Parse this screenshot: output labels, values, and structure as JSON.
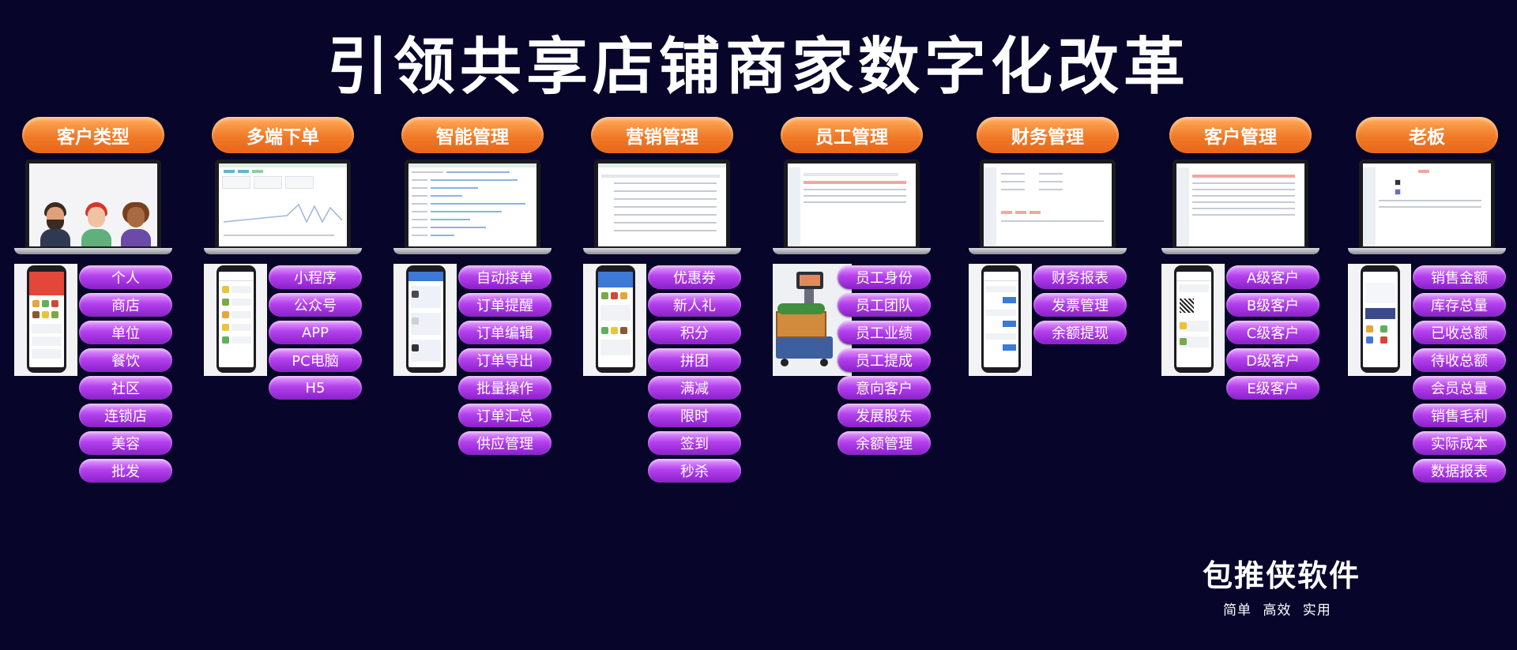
{
  "title": "引领共享店铺商家数字化改革",
  "columns": [
    {
      "header": "客户类型",
      "items": [
        "个人",
        "商店",
        "单位",
        "餐饮",
        "社区",
        "连锁店",
        "美容",
        "批发"
      ]
    },
    {
      "header": "多端下单",
      "items": [
        "小程序",
        "公众号",
        "APP",
        "PC电脑",
        "H5"
      ]
    },
    {
      "header": "智能管理",
      "items": [
        "自动接单",
        "订单提醒",
        "订单编辑",
        "订单导出",
        "批量操作",
        "订单汇总",
        "供应管理"
      ]
    },
    {
      "header": "营销管理",
      "items": [
        "优惠券",
        "新人礼",
        "积分",
        "拼团",
        "满减",
        "限时",
        "签到",
        "秒杀"
      ]
    },
    {
      "header": "员工管理",
      "items": [
        "员工身份",
        "员工团队",
        "员工业绩",
        "员工提成",
        "意向客户",
        "发展股东",
        "余额管理"
      ]
    },
    {
      "header": "财务管理",
      "items": [
        "财务报表",
        "发票管理",
        "余额提现"
      ]
    },
    {
      "header": "客户管理",
      "items": [
        "A级客户",
        "B级客户",
        "C级客户",
        "D级客户",
        "E级客户"
      ]
    },
    {
      "header": "老板",
      "items": [
        "销售金额",
        "库存总量",
        "已收总额",
        "待收总额",
        "会员总量",
        "销售毛利",
        "实际成本",
        "数据报表"
      ]
    }
  ],
  "brand": {
    "name": "包推侠软件",
    "tagline": "简单  高效  实用"
  },
  "colors": {
    "background": "#07052a",
    "header_pill": "#f07a28",
    "feature_pill": "#b441ee"
  }
}
